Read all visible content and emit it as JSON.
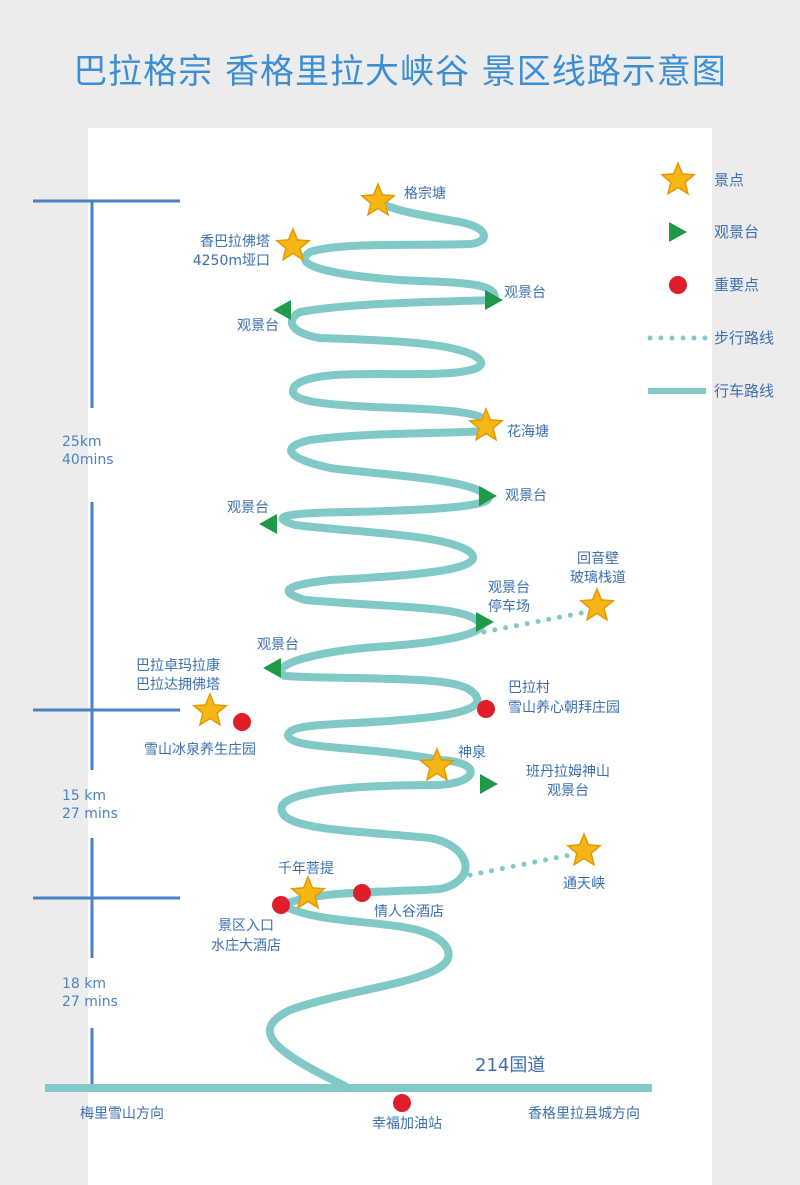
{
  "title": "巴拉格宗 香格里拉大峡谷   景区线路示意图",
  "colors": {
    "background": "#ececec",
    "panel": "#ffffff",
    "title": "#3b8ed3",
    "label": "#3b6fae",
    "scale": "#4a82c4",
    "route": "#80c9c6",
    "viewpoint": "#1f9a48",
    "important": "#e01e2b",
    "star": "#f6b716"
  },
  "legend": [
    {
      "icon": "star",
      "label": "景点"
    },
    {
      "icon": "viewpoint",
      "label": "观景台"
    },
    {
      "icon": "important",
      "label": "重要点"
    },
    {
      "icon": "walk",
      "label": "步行路线"
    },
    {
      "icon": "drive",
      "label": "行车路线"
    }
  ],
  "scale": [
    {
      "lines": [
        "25km",
        "40mins"
      ]
    },
    {
      "lines": [
        "15 km",
        "27 mins"
      ]
    },
    {
      "lines": [
        "18 km",
        "27 mins"
      ]
    }
  ],
  "road": {
    "name": "214国道",
    "left": "梅里雪山方向",
    "right": "香格里拉县城方向",
    "station": "幸福加油站"
  },
  "spots": [
    {
      "label": "格宗塘"
    },
    {
      "label": "香巴拉佛塔",
      "label2": "4250m垭口"
    },
    {
      "label": "花海塘"
    },
    {
      "label": "回音壁",
      "label2": "玻璃栈道"
    },
    {
      "label": "巴拉卓玛拉康",
      "label2": "巴拉达拥佛塔"
    },
    {
      "label": "神泉"
    },
    {
      "label": "通天峡"
    },
    {
      "label": "千年菩提"
    }
  ],
  "viewpoints": [
    {
      "label": "观景台"
    },
    {
      "label": "观景台"
    },
    {
      "label": "观景台"
    },
    {
      "label": "观景台",
      "label2": "停车场"
    },
    {
      "label": "观景台"
    },
    {
      "label": "班丹拉姆神山",
      "label2": "观景台"
    }
  ],
  "important_points": [
    {
      "label": "雪山冰泉养生庄园"
    },
    {
      "label": "巴拉村",
      "label2": "雪山养心朝拜庄园"
    },
    {
      "label": "景区入口",
      "label2": "水庄大酒店"
    },
    {
      "label": "情人谷酒店"
    }
  ]
}
